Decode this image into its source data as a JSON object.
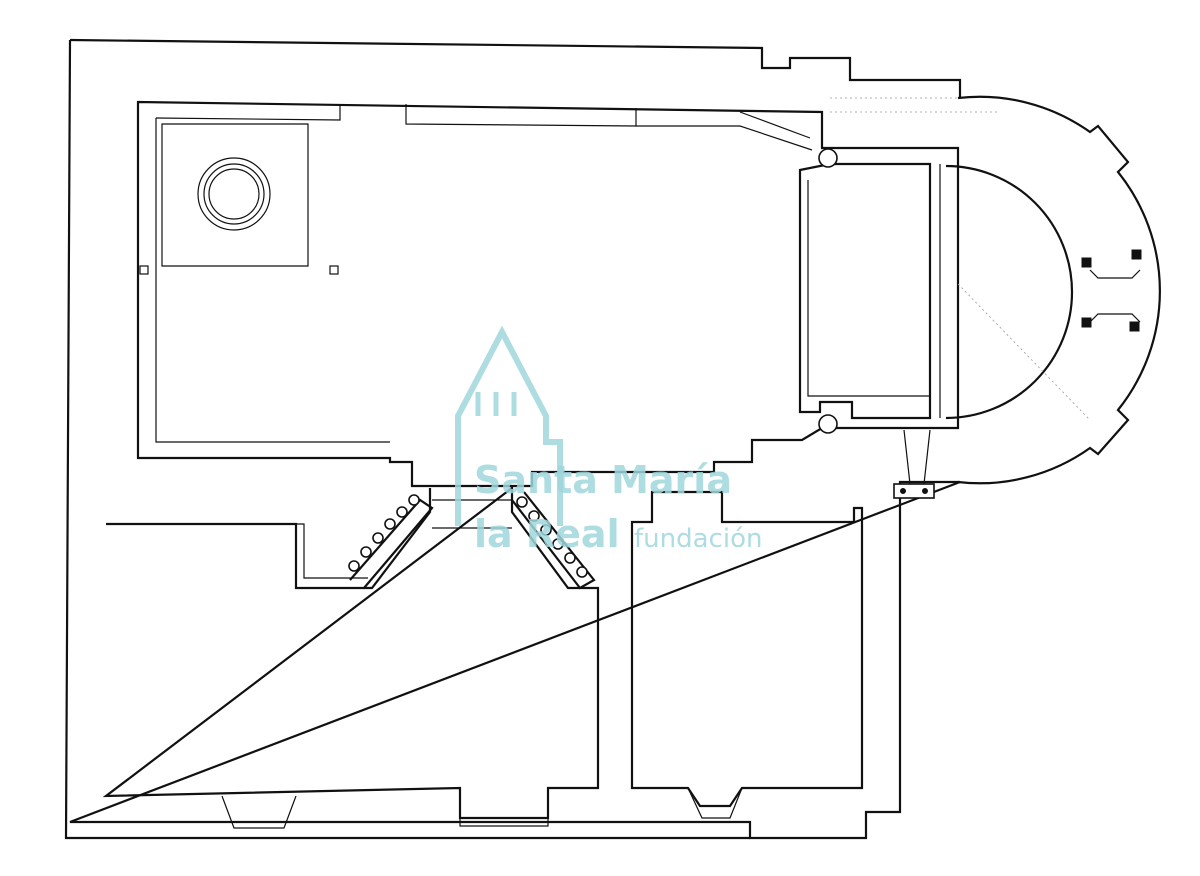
{
  "watermark": {
    "line1": "Santa María",
    "line2": "la Real",
    "line3": "fundación",
    "color": "#9fd6dc"
  },
  "plan": {
    "line_color": "#111111"
  }
}
